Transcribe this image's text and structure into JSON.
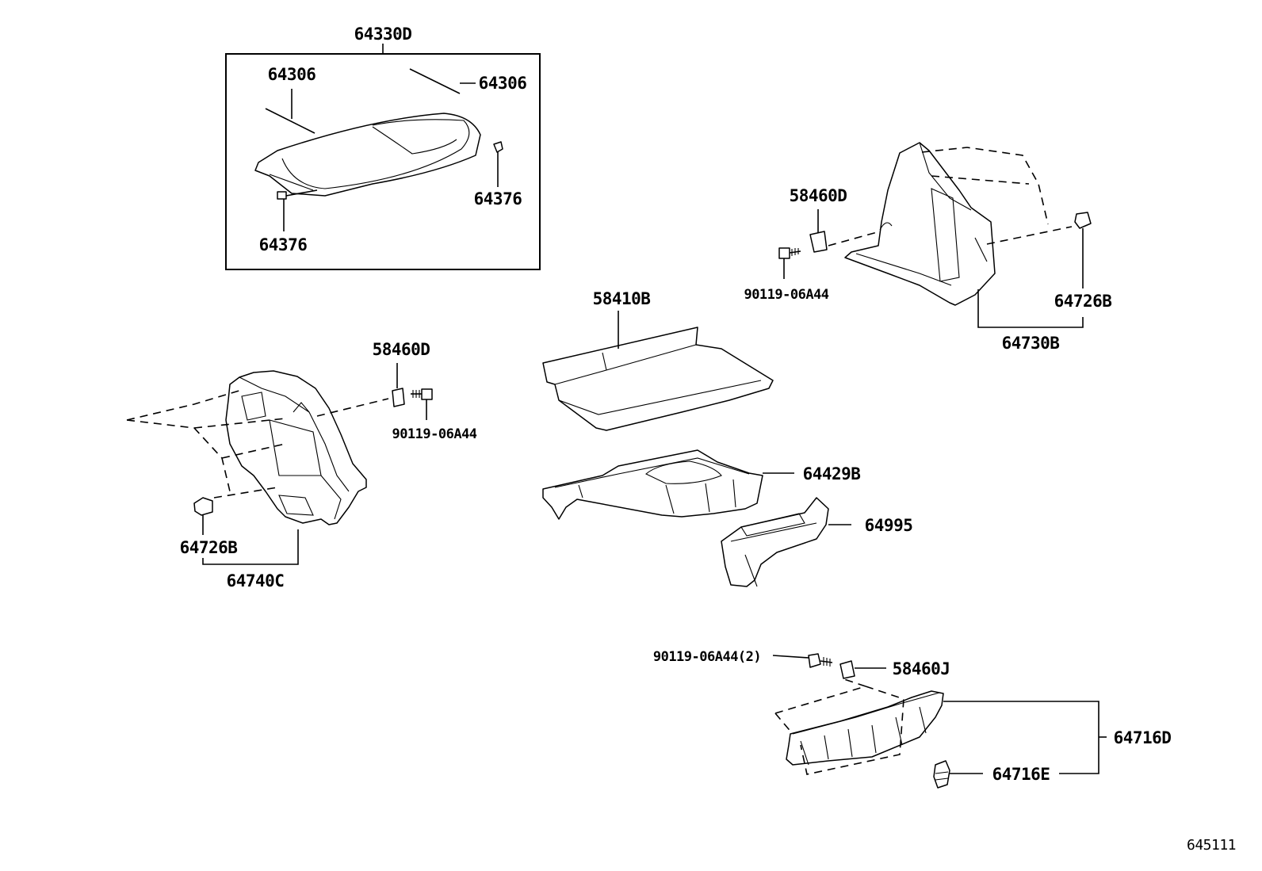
{
  "labels": {
    "l64330D": "64330D",
    "l64306a": "64306",
    "l64306b": "64306",
    "l64376a": "64376",
    "l64376b": "64376",
    "l58460D_right": "58460D",
    "l90119_right": "90119-06A44",
    "l64726B_right": "64726B",
    "l64730B": "64730B",
    "l58410B": "58410B",
    "l58460D_left": "58460D",
    "l90119_left": "90119-06A44",
    "l64726B_left": "64726B",
    "l64740C": "64740C",
    "l64429B": "64429B",
    "l64995": "64995",
    "l90119_bottom": "90119-06A44(2)",
    "l58460J": "58460J",
    "l64716D": "64716D",
    "l64716E": "64716E",
    "diagram_code": "645111"
  }
}
